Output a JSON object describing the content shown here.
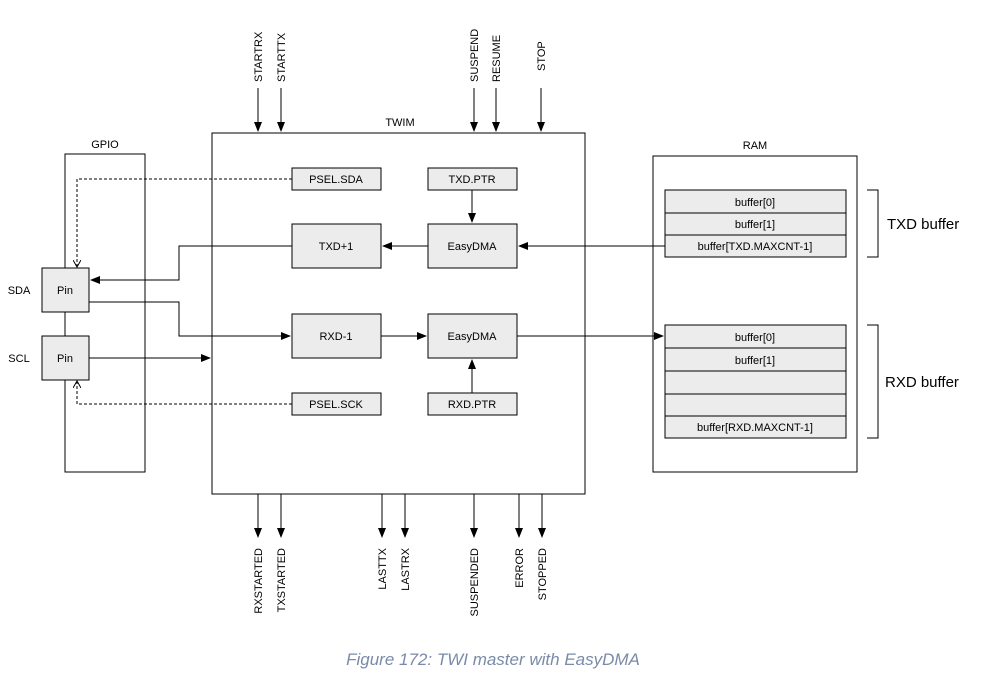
{
  "blocks": {
    "twim": "TWIM",
    "gpio": "GPIO",
    "ram": "RAM"
  },
  "pins": {
    "sda_label": "SDA",
    "scl_label": "SCL",
    "pin": "Pin"
  },
  "registers": {
    "psel_sda": "PSEL.SDA",
    "psel_sck": "PSEL.SCK",
    "txd_ptr": "TXD.PTR",
    "rxd_ptr": "RXD.PTR",
    "txd_plus": "TXD+1",
    "rxd_minus": "RXD-1",
    "easydma": "EasyDMA"
  },
  "tasks": [
    "STARTRX",
    "STARTTX",
    "SUSPEND",
    "RESUME",
    "STOP"
  ],
  "events": [
    "RXSTARTED",
    "TXSTARTED",
    "LASTTX",
    "LASTRX",
    "SUSPENDED",
    "ERROR",
    "STOPPED"
  ],
  "txd_buffer": {
    "label": "TXD buffer",
    "cells": [
      "buffer[0]",
      "buffer[1]",
      "buffer[TXD.MAXCNT-1]"
    ]
  },
  "rxd_buffer": {
    "label": "RXD buffer",
    "cells": [
      "buffer[0]",
      "buffer[1]",
      "",
      "",
      "buffer[RXD.MAXCNT-1]"
    ]
  },
  "caption": "Figure 172: TWI master with EasyDMA"
}
